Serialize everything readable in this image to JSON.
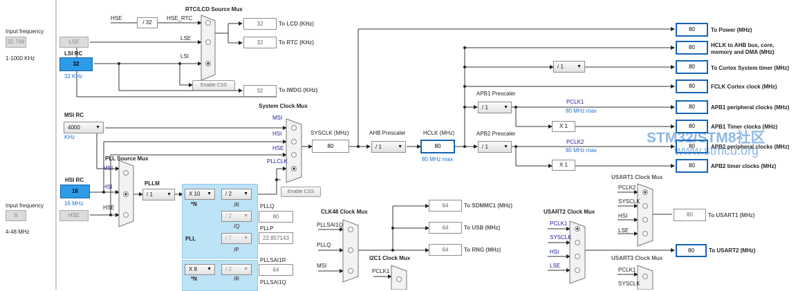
{
  "left": {
    "input_freq_label": "Input frequency",
    "lse_value": "32.768",
    "lse_range": "1-1000 KHz",
    "lse_label": "LSE",
    "lsi_label": "LSI RC",
    "lsi_value": "32",
    "lsi_unit": "32 KHz",
    "msi_label": "MSI RC",
    "msi_value": "4000",
    "msi_unit": "KHz",
    "hsi_label": "HSI RC",
    "hsi_value": "16",
    "hsi_unit": "16 MHz",
    "hse_input_label": "Input frequency",
    "hse_value": "8",
    "hse_range": "4-48 MHz",
    "hse_label": "HSE"
  },
  "rtc": {
    "title": "RTC/LCD Source Mux",
    "hse": "HSE",
    "div": "/ 32",
    "hse_rtc": "HSE_RTC",
    "lse": "LSE",
    "lsi": "LSI",
    "lcd_value": "32",
    "lcd_label": "To LCD (KHz)",
    "rtc_value": "32",
    "rtc_label": "To RTC (KHz)",
    "iwdg_value": "32",
    "iwdg_label": "To IWDG (KHz)",
    "enable_css": "Enable CSS"
  },
  "sysmux": {
    "title": "System Clock Mux",
    "msi": "MSI",
    "hsi": "HSI",
    "hse": "HSE",
    "pllclk": "PLLCLK",
    "enable_css": "Enable CSS",
    "sysclk_label": "SYSCLK (MHz)",
    "sysclk_value": "80",
    "ahb_label": "AHB Prescaler",
    "ahb_value": "/ 1",
    "hclk_label": "HCLK (MHz)",
    "hclk_value": "80",
    "hclk_max": "80 MHz max"
  },
  "pll": {
    "src_title": "PLL Source Mux",
    "msi": "MSI",
    "hsi": "HSI",
    "hse": "HSE",
    "pllm_label": "PLLM",
    "pllm_value": "/ 1",
    "plln_value": "X 10",
    "n_label": "*N",
    "pllr_value": "/ 2",
    "r_label": "/R",
    "pllq_value": "/ 2",
    "q_label": "/Q",
    "pllp_value": "/ 7",
    "p_label": "/P",
    "pll_label": "PLL",
    "pllq_out_label": "PLLQ",
    "pllq_out_value": "80",
    "pllp_out_label": "PLLP",
    "pllp_out_value": "22.857143",
    "sai1_n": "X 8",
    "sai1_n_label": "*N",
    "sai1_r": "/ 2",
    "sai1_r_label": "/R",
    "pllsai1r_label": "PLLSAI1R",
    "pllsai1r_value": "64",
    "pllsai1q_label": "PLLSAI1Q"
  },
  "clk48": {
    "title": "CLK48 Clock Mux",
    "in1": "PLLSAI1Q",
    "in2": "PLLQ",
    "in3": "MSI",
    "sdmmc_value": "64",
    "sdmmc_label": "To SDMMC1 (MHz)",
    "usb_value": "64",
    "usb_label": "To USB (MHz)",
    "rng_value": "64",
    "rng_label": "To RNG (MHz)",
    "i2c1_title": "I2C1 Clock Mux",
    "i2c1_in": "PCLK1"
  },
  "outputs": {
    "power_value": "80",
    "power_label": "To Power (MHz)",
    "hclk_ahb_value": "80",
    "hclk_ahb_label1": "HCLK to AHB bus, core,",
    "hclk_ahb_label2": "memory and DMA (MHz)",
    "systick_div": "/ 1",
    "systick_value": "80",
    "systick_label": "To Cortex System timer (MHz)",
    "fclk_value": "80",
    "fclk_label": "FCLK Cortex clock (MHz)",
    "apb1_presc_label": "APB1 Prescaler",
    "apb1_presc": "/ 1",
    "pclk1_label": "PCLK1",
    "pclk1_max": "80 MHz max",
    "apb1_periph_value": "80",
    "apb1_periph_label": "APB1 peripheral clocks (MHz)",
    "x1_a": "X 1",
    "apb1_timer_value": "80",
    "apb1_timer_label": "APB1 Timer clocks (MHz)",
    "apb2_presc_label": "APB2 Prescaler",
    "apb2_presc": "/ 1",
    "pclk2_label": "PCLK2",
    "pclk2_max": "80 MHz max",
    "apb2_periph_value": "80",
    "apb2_periph_label": "APB2 peripheral clocks (MHz)",
    "x1_b": "X 1",
    "apb2_timer_value": "80",
    "apb2_timer_label": "APB2 timer clocks (MHz)"
  },
  "usart": {
    "usart1_title": "USART1 Clock Mux",
    "u1_pclk2": "PCLK2",
    "u1_sysclk": "SYSCLK",
    "u1_hsi": "HSI",
    "u1_lse": "LSE",
    "usart1_value": "80",
    "usart1_label": "To USART1 (MHz)",
    "usart2_title": "USART2 Clock Mux",
    "u2_pclk1": "PCLK1",
    "u2_sysclk": "SYSCLK",
    "u2_hsi": "HSI",
    "u2_lse": "LSE",
    "usart2_value": "80",
    "usart2_label": "To USART2 (MHz)",
    "usart3_title": "USART3 Clock Mux",
    "u3_pclk1": "PCLK1",
    "u3_sysclk": "SYSCLK"
  },
  "watermark": {
    "line1": "STM32/STM8社区",
    "line2": "www.stmcu.org"
  },
  "colors": {
    "accent_blue": "#2e9be6",
    "border_blue": "#1463b4",
    "pll_bg": "#bde3f7"
  }
}
